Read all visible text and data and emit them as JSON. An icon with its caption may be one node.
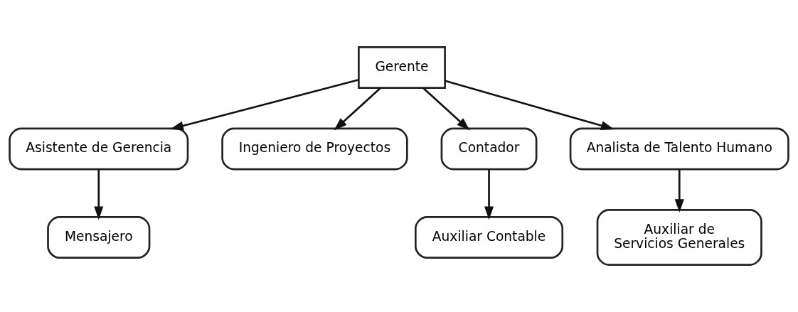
{
  "diagram": {
    "nodes": [
      {
        "text": [
          "Gerente"
        ]
      },
      {
        "text": [
          "Asistente de Gerencia"
        ]
      },
      {
        "text": [
          "Ingeniero de Proyectos"
        ]
      },
      {
        "text": [
          "Contador"
        ]
      },
      {
        "text": [
          "Analista de Talento Humano"
        ]
      },
      {
        "text": [
          "Mensajero"
        ]
      },
      {
        "text": [
          "Auxiliar Contable"
        ]
      },
      {
        "text": [
          "Auxiliar de Servicios Generales"
        ]
      }
    ],
    "edges": [
      {
        "from": 0,
        "to": 1,
        "arrow": "to"
      },
      {
        "from": 0,
        "to": 2,
        "arrow": "to"
      },
      {
        "from": 0,
        "to": 3,
        "arrow": "to"
      },
      {
        "from": 0,
        "to": 4,
        "arrow": "to"
      },
      {
        "from": 1,
        "to": 5,
        "arrow": "to"
      },
      {
        "from": 3,
        "to": 6,
        "arrow": "to"
      },
      {
        "from": 4,
        "to": 7,
        "arrow": "to"
      }
    ]
  }
}
